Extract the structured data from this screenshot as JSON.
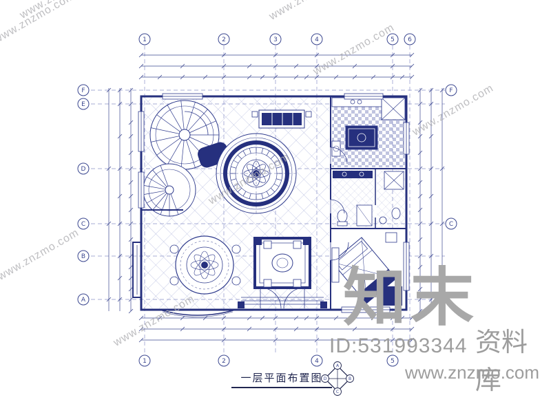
{
  "watermarks": {
    "diagonal_text": "www.znzmo.com",
    "brand_text": "知末",
    "library_text": "资料库",
    "id_text": "ID:531993344",
    "site_text": "www.znzmo.com"
  },
  "title_block": {
    "drawing_title": "一层平面布置图"
  },
  "axes": {
    "top": [
      "1",
      "2",
      "3",
      "4",
      "5",
      "6"
    ],
    "bottom": [
      "1",
      "2",
      "4",
      "5"
    ],
    "left": [
      "F",
      "E",
      "D",
      "C",
      "B",
      "A"
    ],
    "right": [
      "F",
      "C"
    ]
  },
  "direction_marker": {
    "letters": [
      "A",
      "B",
      "C",
      "D"
    ]
  },
  "colors": {
    "line_blue": "#2e3a8c",
    "dark_blue": "#26307e",
    "watermark_gray": "#aeaeb2",
    "text_gray": "#9d9d9d"
  }
}
